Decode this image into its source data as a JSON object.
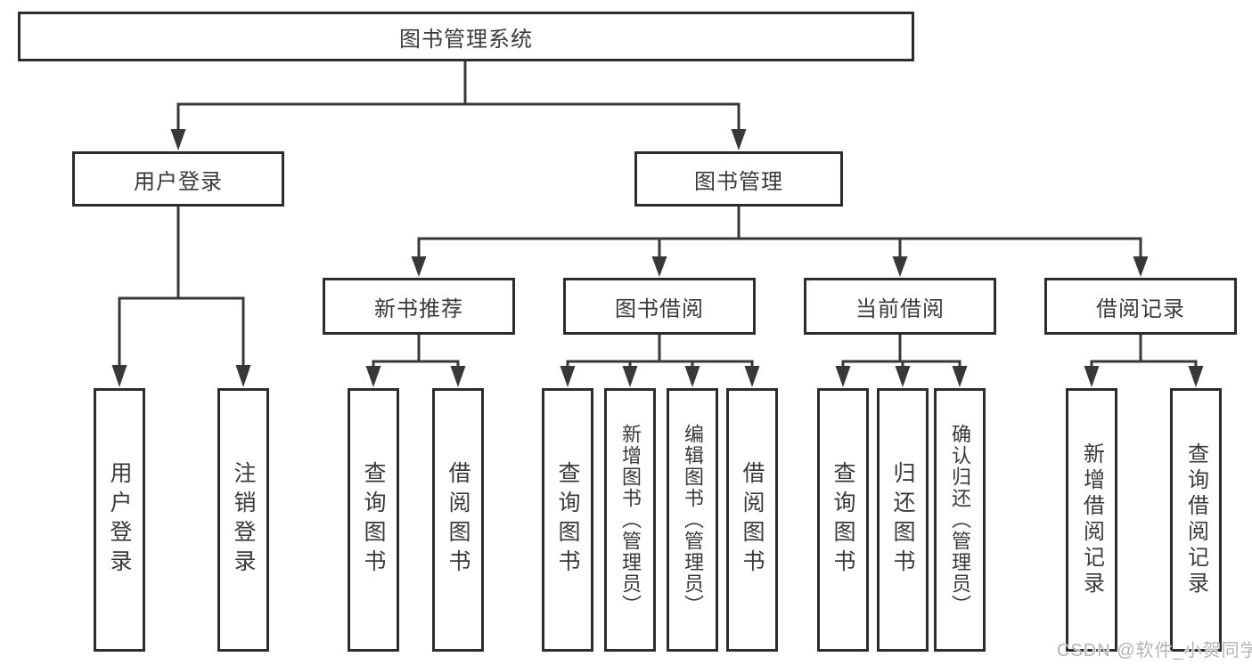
{
  "tree": {
    "root": {
      "label": "图书管理系统"
    },
    "branches": [
      {
        "label": "用户登录",
        "children": [
          {
            "label": "用户登录"
          },
          {
            "label": "注销登录"
          }
        ]
      },
      {
        "label": "图书管理",
        "groups": [
          {
            "label": "新书推荐",
            "children": [
              {
                "label": "查询图书"
              },
              {
                "label": "借阅图书"
              }
            ]
          },
          {
            "label": "图书借阅",
            "children": [
              {
                "label": "查询图书"
              },
              {
                "label": "新增图书（管理员）"
              },
              {
                "label": "编辑图书（管理员）"
              },
              {
                "label": "借阅图书"
              }
            ]
          },
          {
            "label": "当前借阅",
            "children": [
              {
                "label": "查询图书"
              },
              {
                "label": "归还图书"
              },
              {
                "label": "确认归还（管理员）"
              }
            ]
          },
          {
            "label": "借阅记录",
            "children": [
              {
                "label": "新增借阅记录"
              },
              {
                "label": "查询借阅记录"
              }
            ]
          }
        ]
      }
    ]
  },
  "watermark": "CSDN @软件_小贺同学",
  "colors": {
    "background": "#ffffff",
    "line": "#383838",
    "box_border": "#2d2d2d",
    "box_fill": "#ffffff",
    "text": "#3a3a3a",
    "watermark": "#b4b4b4"
  }
}
